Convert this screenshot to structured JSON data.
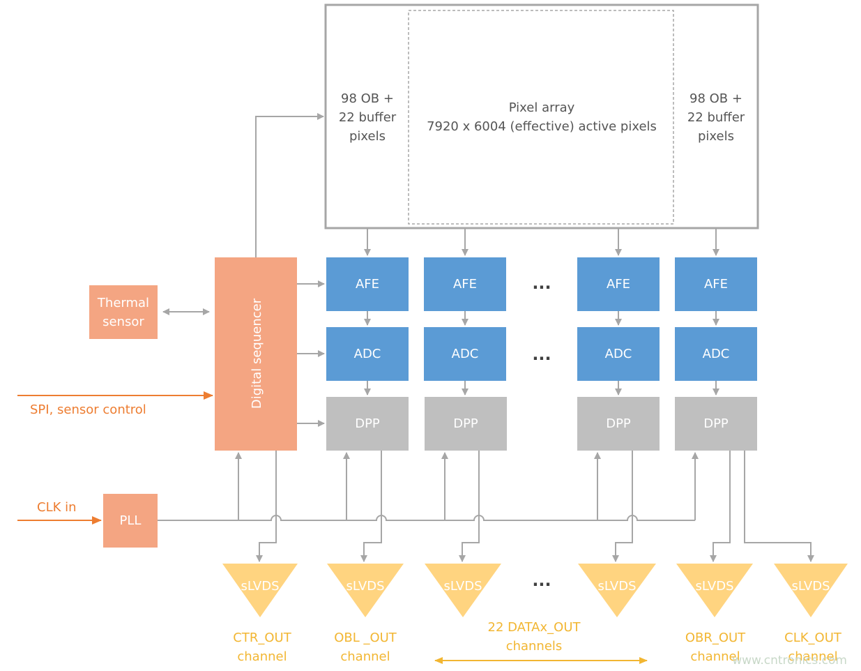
{
  "pixel_array": {
    "title": "Pixel array",
    "subtitle": "7920 x 6004 (effective) active pixels",
    "left_ob": [
      "98 OB +",
      "22 buffer",
      "pixels"
    ],
    "right_ob": [
      "98 OB +",
      "22 buffer",
      "pixels"
    ]
  },
  "blocks": {
    "afe": "AFE",
    "adc": "ADC",
    "dpp": "DPP",
    "slvds": "sLVDS",
    "ellipsis": "..."
  },
  "sequencer": "Digital sequencer",
  "thermal": [
    "Thermal",
    "sensor"
  ],
  "pll": "PLL",
  "inputs": {
    "spi": "SPI, sensor control",
    "clk": "CLK in"
  },
  "outputs": {
    "ctr": [
      "CTR_OUT",
      "channel"
    ],
    "obl": [
      "OBL _OUT",
      "channel"
    ],
    "data": [
      "22 DATAx_OUT",
      "channels"
    ],
    "obr": [
      "OBR_OUT",
      "channel"
    ],
    "clk": [
      "CLK_OUT",
      "channel"
    ]
  },
  "watermark": "www.cntronics.com",
  "colors": {
    "blue": "#5b9bd5",
    "gray_block": "#bfbfbf",
    "salmon": "#f4a582",
    "yellow": "#ffd480",
    "orange": "#ed7d31",
    "line": "#a6a6a6"
  }
}
